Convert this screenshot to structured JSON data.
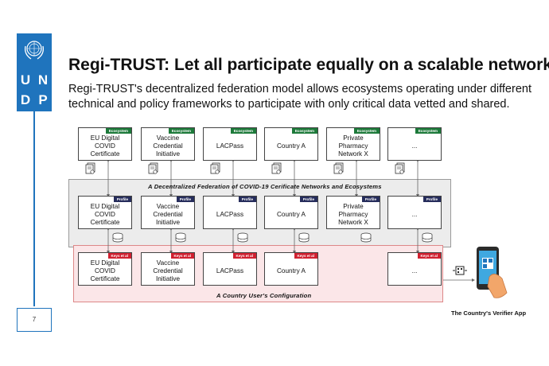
{
  "logo": {
    "letters": [
      "U",
      "N",
      "D",
      "P"
    ]
  },
  "page_number": "7",
  "title": "Regi-TRUST: Let all participate equally on a scalable network",
  "subtitle": "Regi-TRUST's decentralized federation model allows ecosystems operating under different technical and policy frameworks to participate with only critical data vetted and shared.",
  "diagram": {
    "tags": {
      "ecosystem": "Ecosystem",
      "profile": "Profile",
      "keys": "Keys et al"
    },
    "ecosystems": [
      {
        "label": "EU Digital\nCOVID\nCertificate"
      },
      {
        "label": "Vaccine\nCredential\nInitiative"
      },
      {
        "label": "LACPass"
      },
      {
        "label": "Country A"
      },
      {
        "label": "Private\nPharmacy\nNetwork X"
      },
      {
        "label": "..."
      }
    ],
    "profiles": [
      {
        "label": "EU Digital\nCOVID\nCertificate"
      },
      {
        "label": "Vaccine\nCredential\nInitiative"
      },
      {
        "label": "LACPass"
      },
      {
        "label": "Country A"
      },
      {
        "label": "Private\nPharmacy\nNetwork X"
      },
      {
        "label": "..."
      }
    ],
    "keys": [
      {
        "label": "EU Digital\nCOVID\nCertificate"
      },
      {
        "label": "Vaccine\nCredential\nInitiative"
      },
      {
        "label": "LACPass"
      },
      {
        "label": "Country A"
      },
      {
        "label": "..."
      }
    ],
    "federation_label": "A Decentralized Federation of COVID-19 Cerificate Networks and Ecosystems",
    "config_label": "A Country User's Configuration",
    "verifier_label": "The Country's Verifier App"
  },
  "colors": {
    "undp_blue": "#1f74bd",
    "ecosystem_tag": "#1d7a3a",
    "profile_tag": "#262d5c",
    "keys_tag": "#d02030"
  },
  "icons": [
    "un-emblem-icon",
    "certificate-document-icon",
    "database-icon",
    "qr-scan-icon",
    "smartphone-qr-icon"
  ]
}
